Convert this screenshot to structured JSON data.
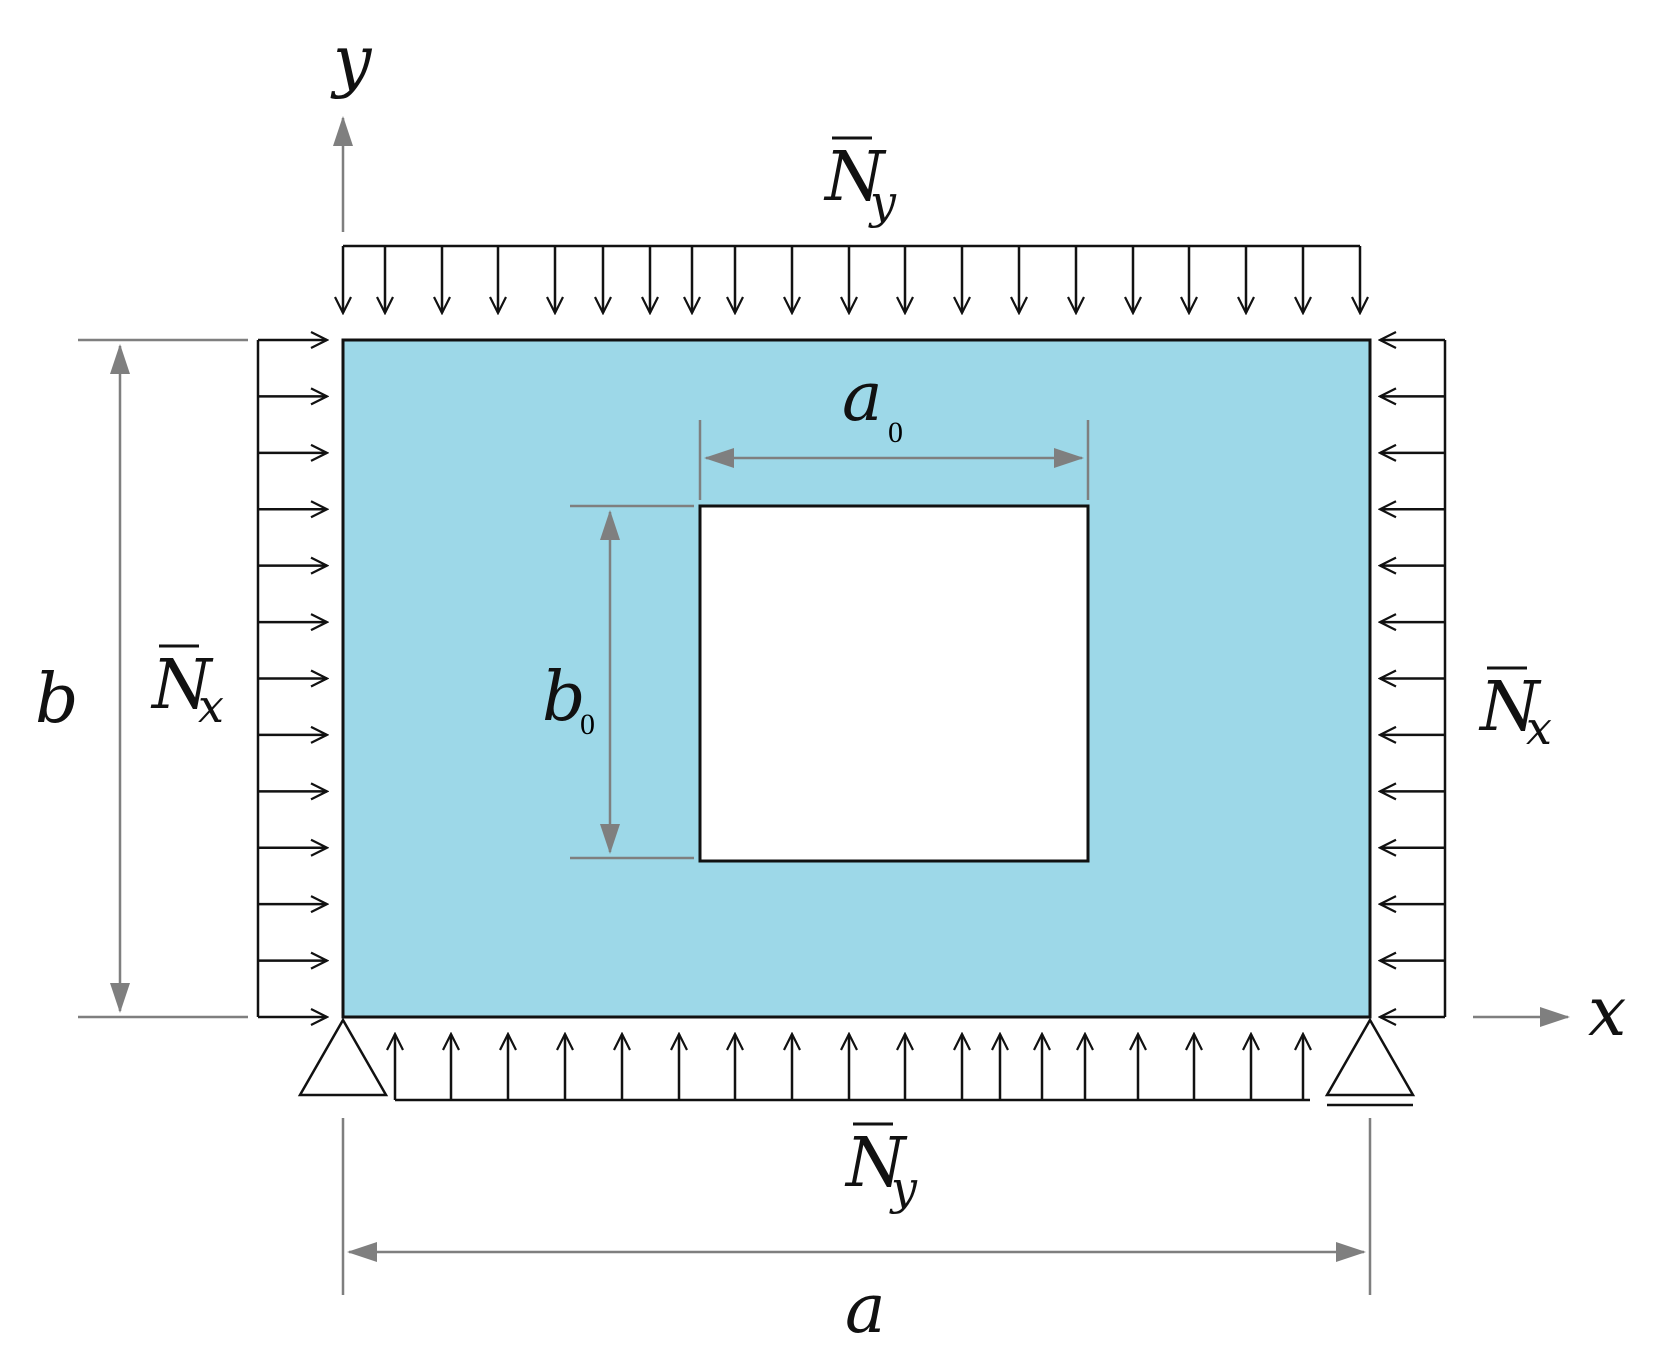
{
  "labels": {
    "y_axis": "y",
    "x_axis": "x",
    "load_top": {
      "main": "N",
      "sub": "y"
    },
    "load_bottom": {
      "main": "N",
      "sub": "y"
    },
    "load_left": {
      "main": "N",
      "sub": "x"
    },
    "load_right": {
      "main": "N",
      "sub": "x"
    },
    "hole_width": {
      "main": "a",
      "sub": "0"
    },
    "hole_height": {
      "main": "b",
      "sub": "0"
    },
    "plate_width": "a",
    "plate_height": "b"
  },
  "colors": {
    "plate_fill": "#9dd8e8",
    "hole_fill": "#ffffff",
    "line": "#111111",
    "dimension": "#7f7f7f"
  }
}
